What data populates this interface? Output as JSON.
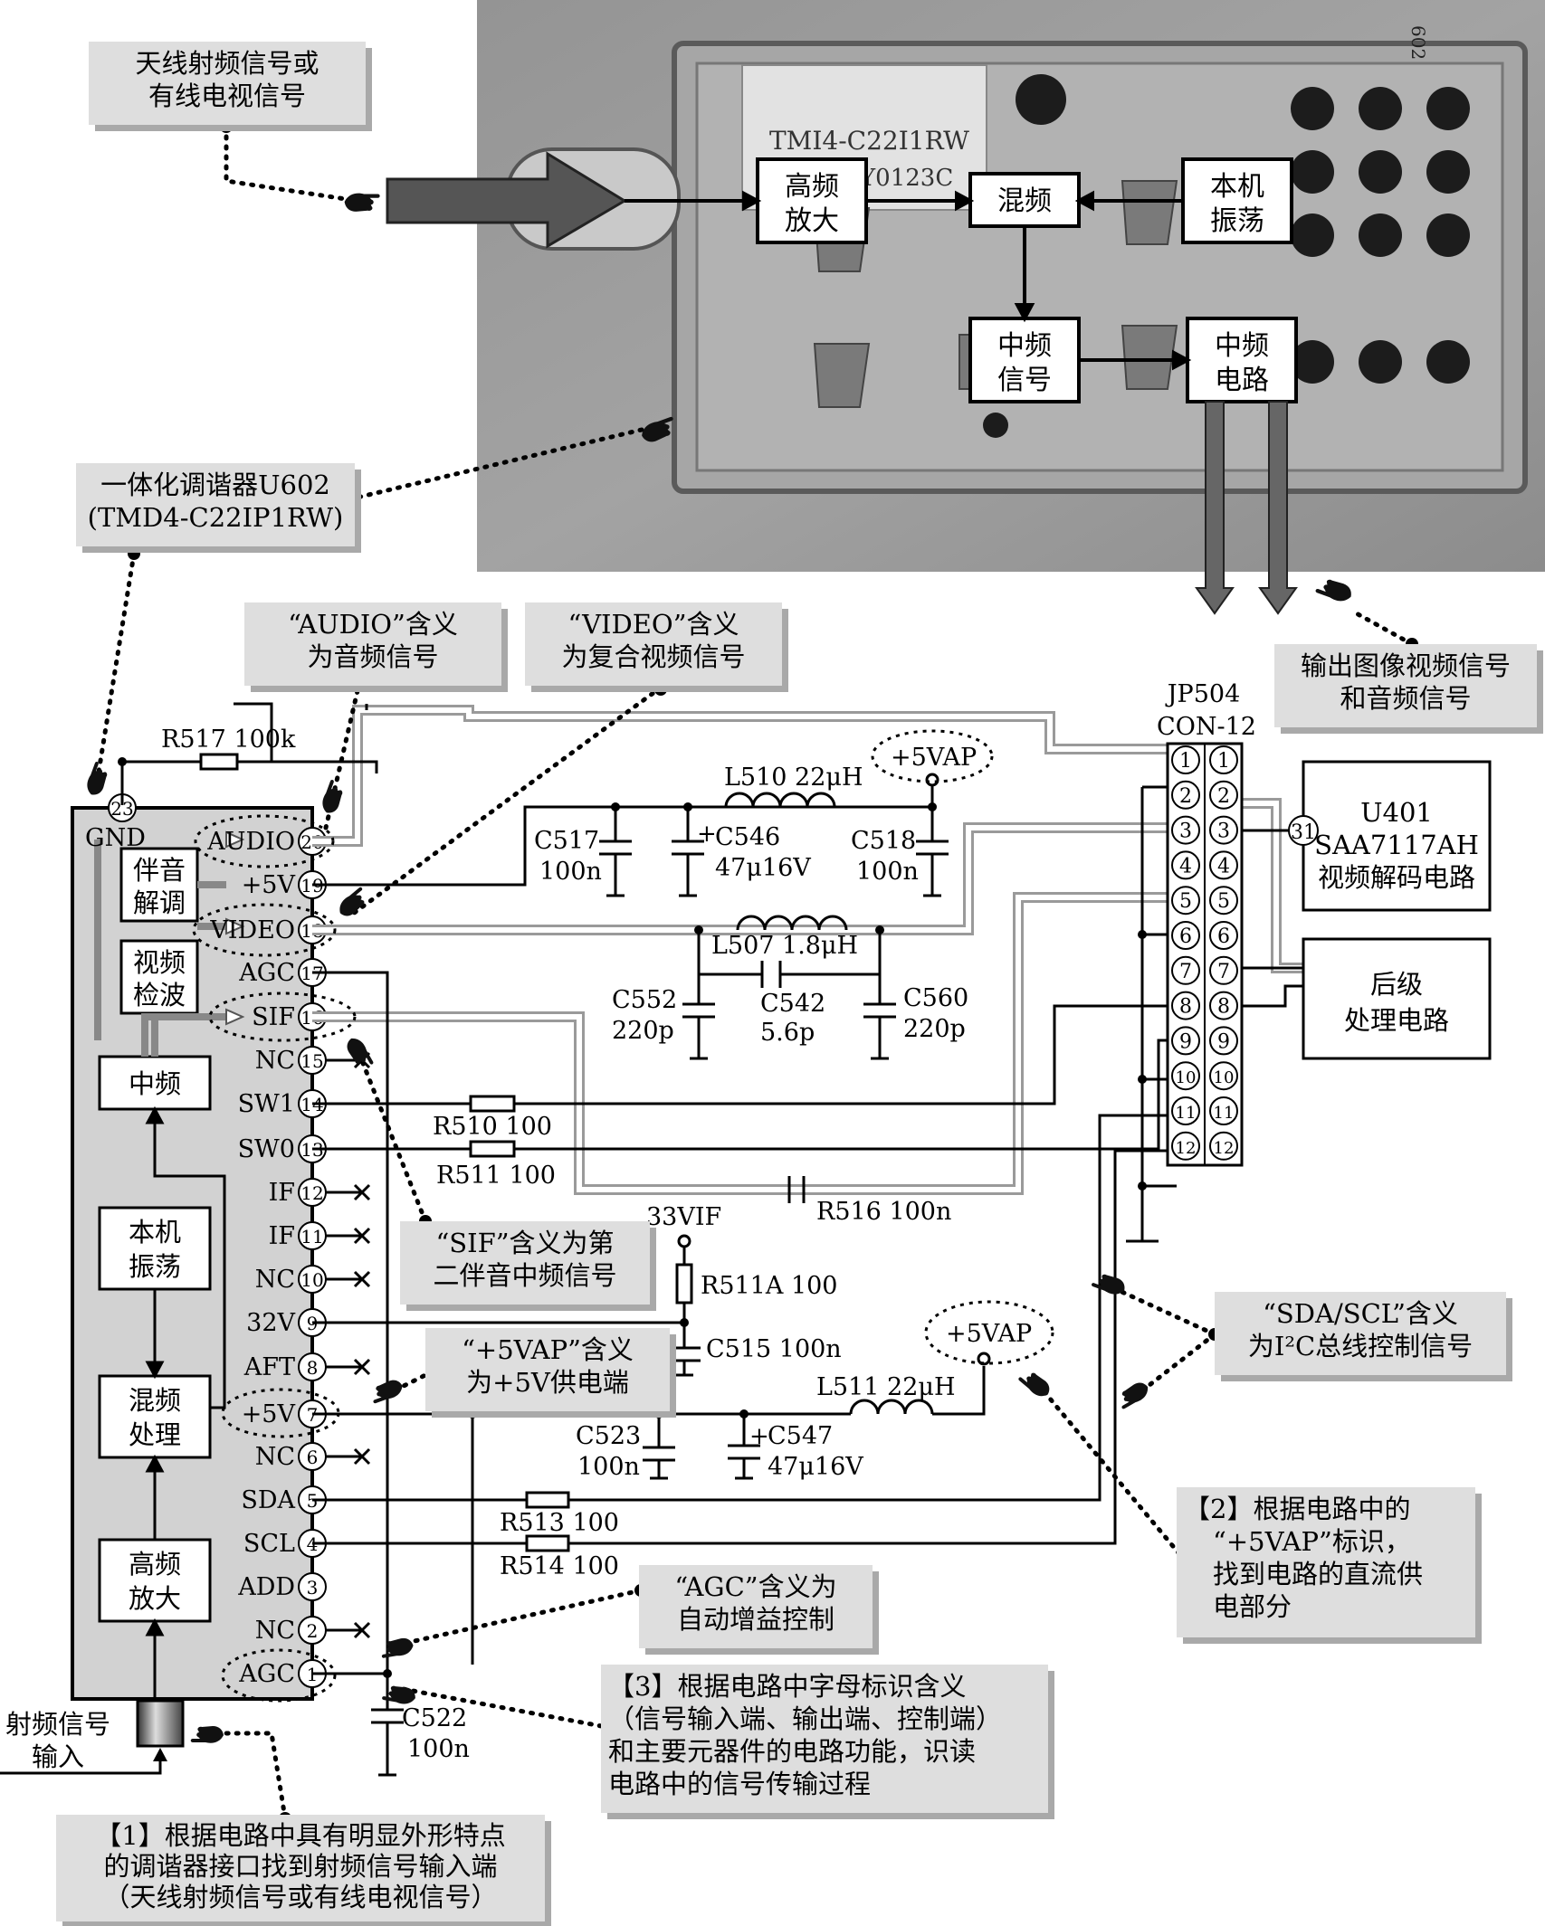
{
  "photo": {
    "sticker_line1": "TMI4-C22I1RW",
    "sticker_line2": "Y0123C",
    "corner_mark": "602",
    "blocks": {
      "rf_amp": [
        "高频",
        "放大"
      ],
      "mixer": "混频",
      "local_osc": [
        "本机",
        "振荡"
      ],
      "if_signal": [
        "中频",
        "信号"
      ],
      "if_circuit": [
        "中频",
        "电路"
      ]
    }
  },
  "callouts": {
    "antenna": [
      "天线射频信号或",
      "有线电视信号"
    ],
    "tuner": [
      "一体化调谐器U602",
      "(TMD4-C22IP1RW)"
    ],
    "audio": [
      "“AUDIO”含义",
      "为音频信号"
    ],
    "video": [
      "“VIDEO”含义",
      "为复合视频信号"
    ],
    "output": [
      "输出图像视频信号",
      "和音频信号"
    ],
    "sif": [
      "“SIF”含义为第",
      "二伴音中频信号"
    ],
    "vap": [
      "“+5VAP”含义",
      "为+5V供电端"
    ],
    "sda": [
      "“SDA/SCL”含义",
      "为I²C总线控制信号"
    ],
    "step2": [
      "【2】根据电路中的",
      "“+5VAP”标识，",
      "找到电路的直流供",
      "电部分"
    ],
    "agc": [
      "“AGC”含义为",
      "自动增益控制"
    ],
    "step3": [
      "【3】根据电路中字母标识含义",
      "（信号输入端、输出端、控制端）",
      "和主要元器件的电路功能，识读",
      "电路中的信号传输过程"
    ],
    "step1": [
      "【1】根据电路中具有明显外形特点",
      "的调谐器接口找到射频信号输入端",
      "（天线射频信号或有线电视信号）"
    ]
  },
  "tuner_blocks": {
    "audio_demod": [
      "伴音",
      "解调"
    ],
    "video_detect": [
      "视频",
      "检波"
    ],
    "if": "中频",
    "local_osc": [
      "本机",
      "振荡"
    ],
    "mixer": [
      "混频",
      "处理"
    ],
    "rf_amp": [
      "高频",
      "放大"
    ],
    "rf_input": [
      "射频信号",
      "输入"
    ]
  },
  "pins": [
    {
      "num": "23",
      "label": "GND"
    },
    {
      "num": "20",
      "label": "AUDIO"
    },
    {
      "num": "19",
      "label": "+5V"
    },
    {
      "num": "18",
      "label": "VIDEO"
    },
    {
      "num": "17",
      "label": "AGC"
    },
    {
      "num": "16",
      "label": "SIF"
    },
    {
      "num": "15",
      "label": "NC"
    },
    {
      "num": "14",
      "label": "SW1"
    },
    {
      "num": "13",
      "label": "SW0"
    },
    {
      "num": "12",
      "label": "IF"
    },
    {
      "num": "11",
      "label": "IF"
    },
    {
      "num": "10",
      "label": "NC"
    },
    {
      "num": "9",
      "label": "32V"
    },
    {
      "num": "8",
      "label": "AFT"
    },
    {
      "num": "7",
      "label": "+5V"
    },
    {
      "num": "6",
      "label": "NC"
    },
    {
      "num": "5",
      "label": "SDA"
    },
    {
      "num": "4",
      "label": "SCL"
    },
    {
      "num": "3",
      "label": "ADD"
    },
    {
      "num": "2",
      "label": "NC"
    },
    {
      "num": "1",
      "label": "AGC"
    }
  ],
  "components": {
    "r517": "R517 100k",
    "l510": "L510 22μH",
    "vap_top": "+5VAP",
    "c517": [
      "C517",
      "100n"
    ],
    "c546": [
      "C546",
      "47μ16V"
    ],
    "c518": [
      "C518",
      "100n"
    ],
    "l507": "L507 1.8μH",
    "c552": [
      "C552",
      "220p"
    ],
    "c542": [
      "C542",
      "5.6p"
    ],
    "c560": [
      "C560",
      "220p"
    ],
    "r510": "R510 100",
    "r511": "R511 100",
    "r516": "R516 100n",
    "v33": "33VIF",
    "r511a": "R511A 100",
    "c515": "C515 100n",
    "vap_bottom": "+5VAP",
    "l511": "L511 22μH",
    "c523": [
      "C523",
      "100n"
    ],
    "c547": [
      "C547",
      "47μ16V"
    ],
    "r513": "R513 100",
    "r514": "R514 100",
    "c522": [
      "C522",
      "100n"
    ]
  },
  "connector": {
    "name": [
      "JP504",
      "CON-12"
    ],
    "pins": [
      "1",
      "2",
      "3",
      "4",
      "5",
      "6",
      "7",
      "8",
      "9",
      "10",
      "11",
      "12"
    ]
  },
  "u401": {
    "pin": "31",
    "lines": [
      "U401",
      "SAA7117AH",
      "视频解码电路"
    ]
  },
  "post": [
    "后级",
    "处理电路"
  ],
  "plus_sign": "+"
}
